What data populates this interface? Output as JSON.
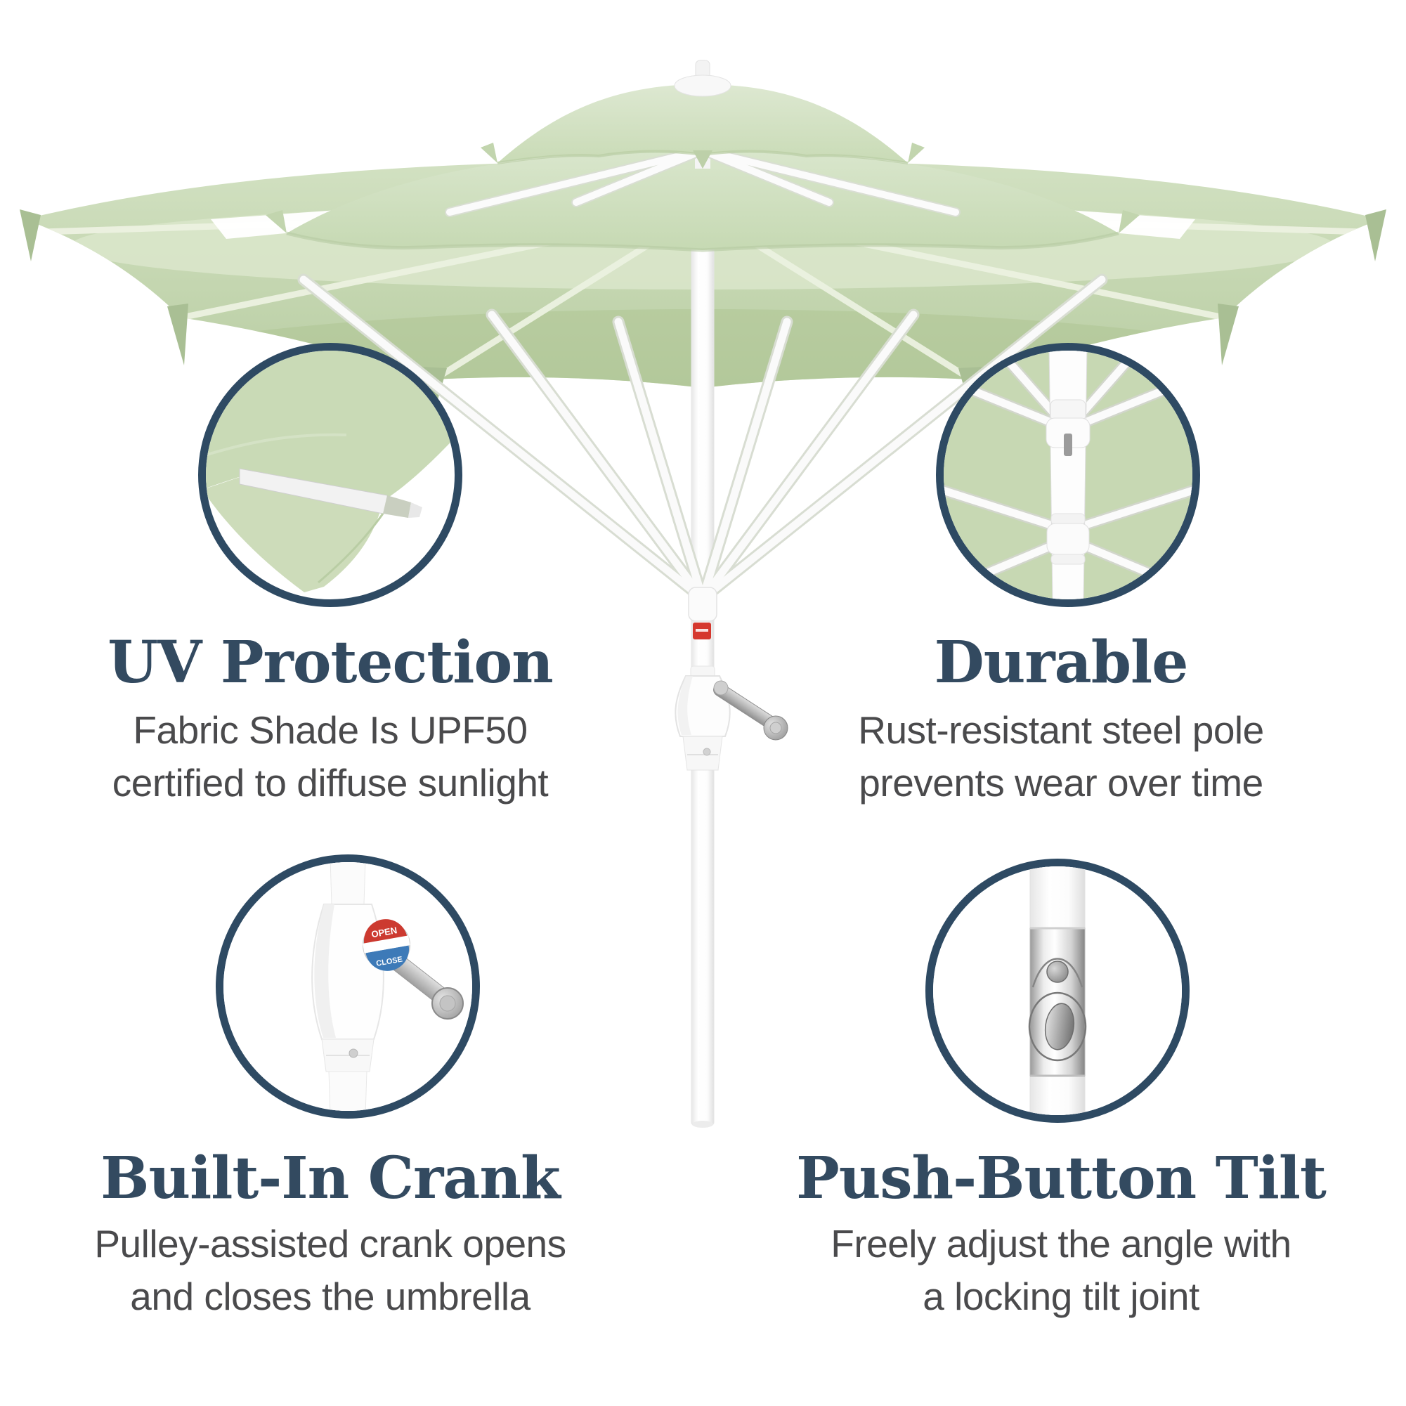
{
  "subject": "Three-tier sage green patio umbrella with white pole shown with four circular feature close-ups",
  "colors": {
    "canopy_green": "#c7d8b4",
    "canopy_light": "#d8e4ca",
    "canopy_shadow": "#b2c79d",
    "ring_navy": "#2e4a63",
    "heading_navy": "#334a60",
    "body_gray": "#4a4a4c",
    "pole_white": "#fdfdfd",
    "label_red": "#d5382e",
    "chrome_silver": "#b5b5b5"
  },
  "features": [
    {
      "id": "uv",
      "icon": "fabric-edge-closeup",
      "title": "UV Protection",
      "line1": "Fabric Shade Is UPF50",
      "line2": "certified to diffuse sunlight"
    },
    {
      "id": "durable",
      "icon": "canopy-ribs-closeup",
      "title": "Durable",
      "line1": "Rust-resistant steel pole",
      "line2": "prevents wear over time"
    },
    {
      "id": "crank",
      "icon": "crank-handle-closeup",
      "title": "Built-In Crank",
      "line1": "Pulley-assisted crank opens",
      "line2": "and closes the umbrella"
    },
    {
      "id": "tilt",
      "icon": "tilt-joint-closeup",
      "title": "Push-Button Tilt",
      "line1": "Freely adjust the angle with",
      "line2": "a locking tilt joint"
    }
  ],
  "crank_sticker": {
    "open_label": "OPEN",
    "close_label": "CLOSE"
  }
}
